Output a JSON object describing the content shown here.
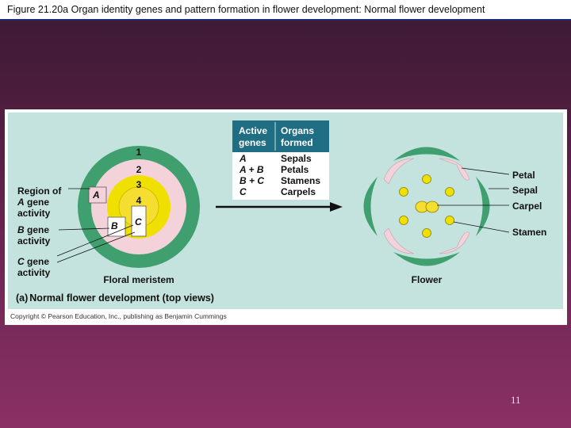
{
  "slide": {
    "title": "Figure 21.20a  Organ identity genes and pattern formation in flower development: Normal flower development",
    "page_number": "11"
  },
  "figure": {
    "table": {
      "header_col1": "Active genes",
      "header_col1_line1": "Active",
      "header_col1_line2": "genes",
      "header_col2_line1": "Organs",
      "header_col2_line2": "formed",
      "rows": [
        {
          "genes": "A",
          "organ": "Sepals"
        },
        {
          "genes": "A + B",
          "organ": "Petals"
        },
        {
          "genes": "B + C",
          "organ": "Stamens"
        },
        {
          "genes": "C",
          "organ": "Carpels"
        }
      ]
    },
    "meristem": {
      "whorl_labels": [
        "1",
        "2",
        "3",
        "4"
      ],
      "region_label_line1": "Region of",
      "region_label_line2a": "A",
      "region_label_line2b": " gene",
      "region_label_line3": "activity",
      "b_label_line1a": "B",
      "b_label_line1b": " gene",
      "b_label_line2": "activity",
      "c_label_line1a": "C",
      "c_label_line1b": " gene",
      "c_label_line2": "activity",
      "inner_a": "A",
      "inner_b": "B",
      "inner_c": "C",
      "caption": "Floral meristem"
    },
    "flower": {
      "labels": [
        "Petal",
        "Sepal",
        "Carpel",
        "Stamen"
      ],
      "caption": "Flower"
    },
    "panel_caption_prefix": "(a)",
    "panel_caption": "Normal flower development (top views)",
    "copyright": "Copyright © Pearson Education, Inc., publishing as Benjamin Cummings",
    "colors": {
      "panel_bg": "#c4e2de",
      "table_header": "#1f6e84",
      "sepal_green": "#3f9f6f",
      "petal_pink": "#f3d2da",
      "stamen_yellow": "#f0e000",
      "carpel_yellow": "#f6de30"
    }
  }
}
